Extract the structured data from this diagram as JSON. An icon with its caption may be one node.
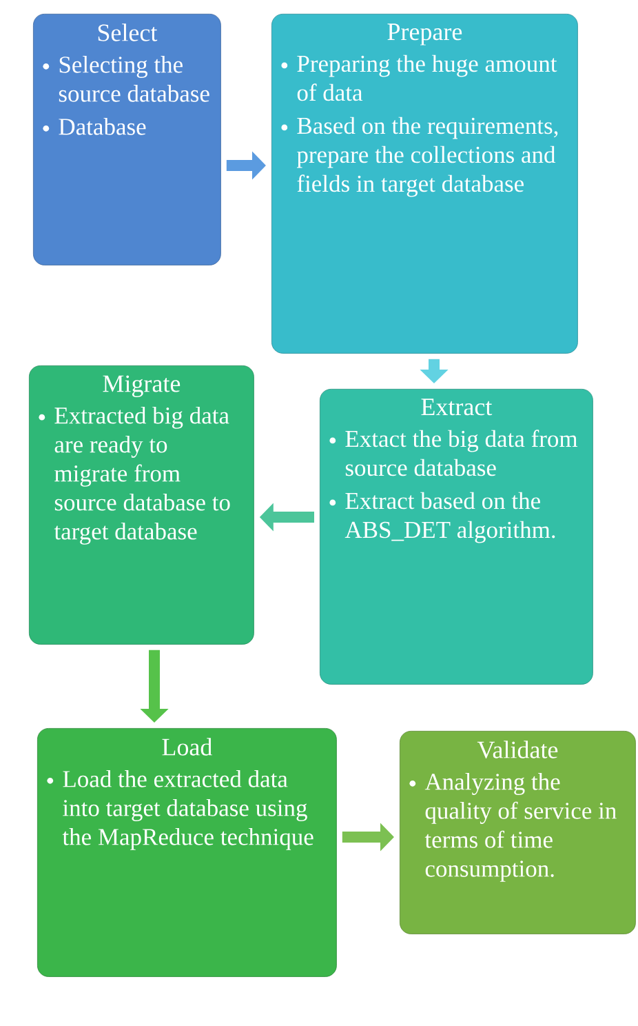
{
  "diagram": {
    "nodes": [
      {
        "text": [
          "Select",
          "Selecting the source database",
          "Database"
        ]
      },
      {
        "text": [
          "Prepare",
          "Preparing the huge amount of data",
          "Based on the requirements, prepare the collections and fields in target database"
        ]
      },
      {
        "text": [
          "Extract",
          "Extact the big data from source database",
          "Extract based on the ABS_DET algorithm."
        ]
      },
      {
        "text": [
          "Migrate",
          "Extracted big data are ready to migrate from source database to target database"
        ]
      },
      {
        "text": [
          "Load",
          "Load the extracted data into target database using the MapReduce technique"
        ]
      },
      {
        "text": [
          "Validate",
          "Analyzing the quality of service in terms of time consumption."
        ]
      }
    ],
    "edges": [
      {
        "from": 0,
        "to": 1,
        "arrow": "to",
        "color": "#5b9be0"
      },
      {
        "from": 1,
        "to": 2,
        "arrow": "to",
        "color": "#62d2e2"
      },
      {
        "from": 2,
        "to": 3,
        "arrow": "to",
        "color": "#4cc59a"
      },
      {
        "from": 3,
        "to": 4,
        "arrow": "to",
        "color": "#56c24a"
      },
      {
        "from": 4,
        "to": 5,
        "arrow": "to",
        "color": "#7cc052"
      }
    ]
  }
}
